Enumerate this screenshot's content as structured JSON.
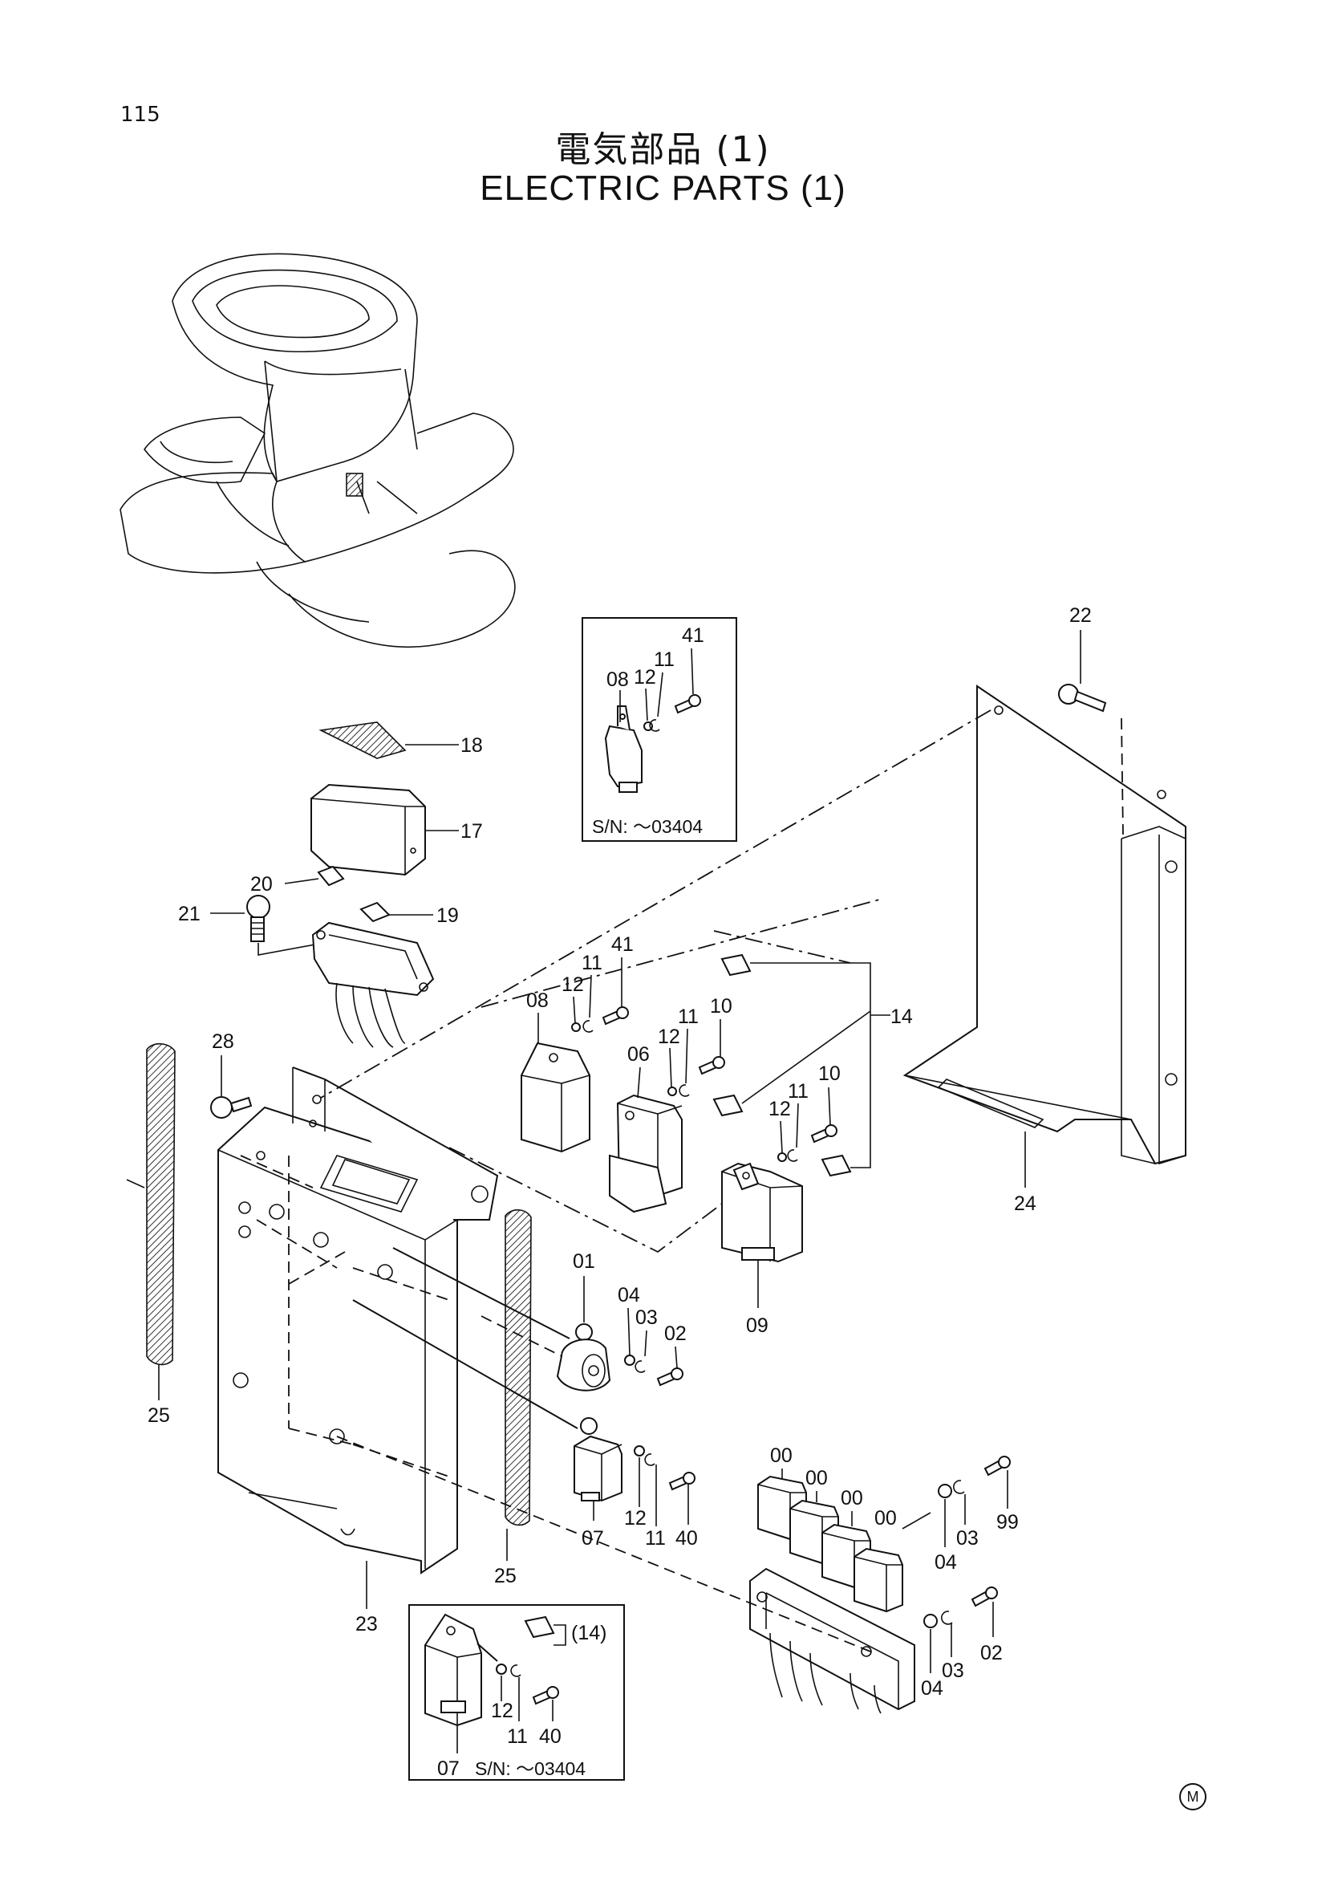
{
  "page_number": "115",
  "title_jp": "電気部品 (1)",
  "title_en": "ELECTRIC PARTS (1)",
  "footer_mark": "M",
  "callouts": {
    "c00a": "00",
    "c00b": "00",
    "c00c": "00",
    "c00d": "00",
    "c01": "01",
    "c02a": "02",
    "c02b": "02",
    "c03a": "03",
    "c03b": "03",
    "c03c": "03",
    "c04a": "04",
    "c04b": "04",
    "c04c": "04",
    "c06": "06",
    "c07a": "07",
    "c07b": "07",
    "c08a": "08",
    "c08b": "08",
    "c09": "09",
    "c10a": "10",
    "c10b": "10",
    "c11a": "11",
    "c11b": "11",
    "c11c": "11",
    "c11d": "11",
    "c11e": "11",
    "c11f": "11",
    "c12a": "12",
    "c12b": "12",
    "c12c": "12",
    "c12d": "12",
    "c12e": "12",
    "c12f": "12",
    "c14": "14",
    "c14p": "(14)",
    "c17": "17",
    "c18": "18",
    "c19": "19",
    "c20": "20",
    "c21": "21",
    "c22": "22",
    "c23": "23",
    "c24": "24",
    "c25a": "25",
    "c25b": "25",
    "c28": "28",
    "c40a": "40",
    "c40b": "40",
    "c41a": "41",
    "c41b": "41",
    "c99": "99"
  },
  "inset_top_sn": "S/N:  ～03404",
  "inset_bottom_sn": "S/N:  ～03404"
}
